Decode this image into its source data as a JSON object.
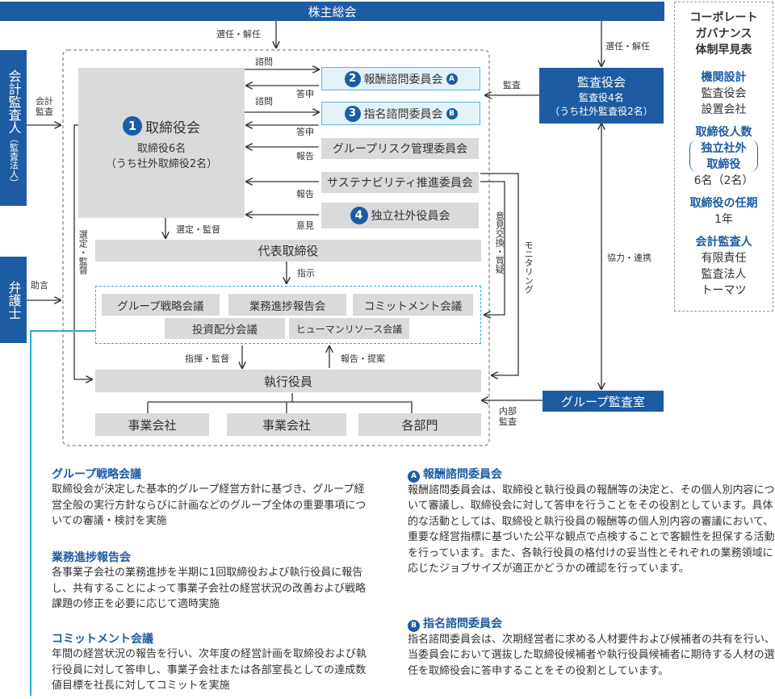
{
  "top": {
    "shareholders": "株主総会",
    "select_left": "選任・解任",
    "select_right": "選任・解任"
  },
  "left": {
    "auditor_main": "会計監査人",
    "auditor_sub": "（監査法人）",
    "audit_label": "会計監査",
    "lawyer": "弁護士",
    "advice_label": "助言"
  },
  "board": {
    "num": "1",
    "title": "取締役会",
    "line1": "取締役6名",
    "line2": "（うち社外取締役2名）",
    "select_label": "選定・監督"
  },
  "committees": {
    "comp": {
      "num": "2",
      "label": "報酬諮問委員会",
      "badge": "A"
    },
    "nom": {
      "num": "3",
      "label": "指名諮問委員会",
      "badge": "B"
    },
    "risk": {
      "label": "グループリスク管理委員会"
    },
    "sust": {
      "label": "サステナビリティ推進委員会"
    },
    "indep": {
      "num": "4",
      "label": "独立社外役員会"
    }
  },
  "arrows": {
    "consult1": "諮問",
    "answer1": "答申",
    "consult2": "諮問",
    "answer2": "答申",
    "report1": "報告",
    "report2": "報告",
    "opinion": "意見",
    "audit": "監査",
    "instruct": "指示",
    "command": "指揮・監督",
    "report_propose": "報告・提案",
    "select_supervise_v": "選定・監督",
    "opinion_exchange_v": "意見交換・質疑",
    "monitoring_v": "モニタリング",
    "coop": "協力・連携",
    "internal_audit_v1": "内部",
    "internal_audit_v2": "監査"
  },
  "audit_board": {
    "title": "監査役会",
    "line1": "監査役4名",
    "line2": "（うち社外監査役2名）"
  },
  "group_audit": "グループ監査室",
  "rep_director": "代表取締役",
  "meetings": [
    "グループ戦略会議",
    "業務進捗報告会",
    "コミットメント会議",
    "投資配分会議",
    "ヒューマンリソース会議"
  ],
  "exec_officers": "執行役員",
  "units": [
    "事業会社",
    "事業会社",
    "各部門"
  ],
  "summary": {
    "title1": "コーポレート",
    "title2": "ガバナンス",
    "title3": "体制早見表",
    "design_h": "機関設計",
    "design_v1": "監査役会",
    "design_v2": "設置会社",
    "dir_h": "取締役人数",
    "dir_sub1": "独立社外",
    "dir_sub2": "取締役",
    "dir_v": "6名（2名）",
    "term_h": "取締役の任期",
    "term_v": "1年",
    "aud_h": "会計監査人",
    "aud_v1": "有限責任",
    "aud_v2": "監査法人",
    "aud_v3": "トーマツ"
  },
  "sections": {
    "strategy_title": "グループ戦略会議",
    "strategy_text": "取締役会が決定した基本的グループ経営方針に基づき、グループ経営全般の実行方針ならびに計画などのグループ全体の重要事項についての審議・検討を実施",
    "progress_title": "業務進捗報告会",
    "progress_text": "各事業子会社の業務進捗を半期に1回取締役および執行役員に報告し、共有することによって事業子会社の経営状況の改善および戦略課題の修正を必要に応じて適時実施",
    "commit_title": "コミットメント会議",
    "commit_text": "年間の経営状況の報告を行い、次年度の経営計画を取締役および執行役員に対して答申し、事業子会社または各部室長としての達成数値目標を社長に対してコミットを実施",
    "comp_badge": "A",
    "comp_title": "報酬諮問委員会",
    "comp_text": "報酬諮問委員会は、取締役と執行役員の報酬等の決定と、その個人別内容について審議し、取締役会に対して答申を行うことをその役割としています。具体的な活動としては、取締役と執行役員の報酬等の個人別内容の審議において、重要な経営指標に基づいた公平な観点で点検することで客観性を担保する活動を行っています。また、各執行役員の格付けの妥当性とそれぞれの業務領域に応じたジョブサイズが適正かどうかの確認を行っています。",
    "nom_badge": "B",
    "nom_title": "指名諮問委員会",
    "nom_text": "指名諮問委員会は、次期経営者に求める人材要件および候補者の共有を行い、当委員会において選抜した取締役候補者や執行役員候補者に期待する人材の選任を取締役会に答申することをその役割としています。"
  }
}
